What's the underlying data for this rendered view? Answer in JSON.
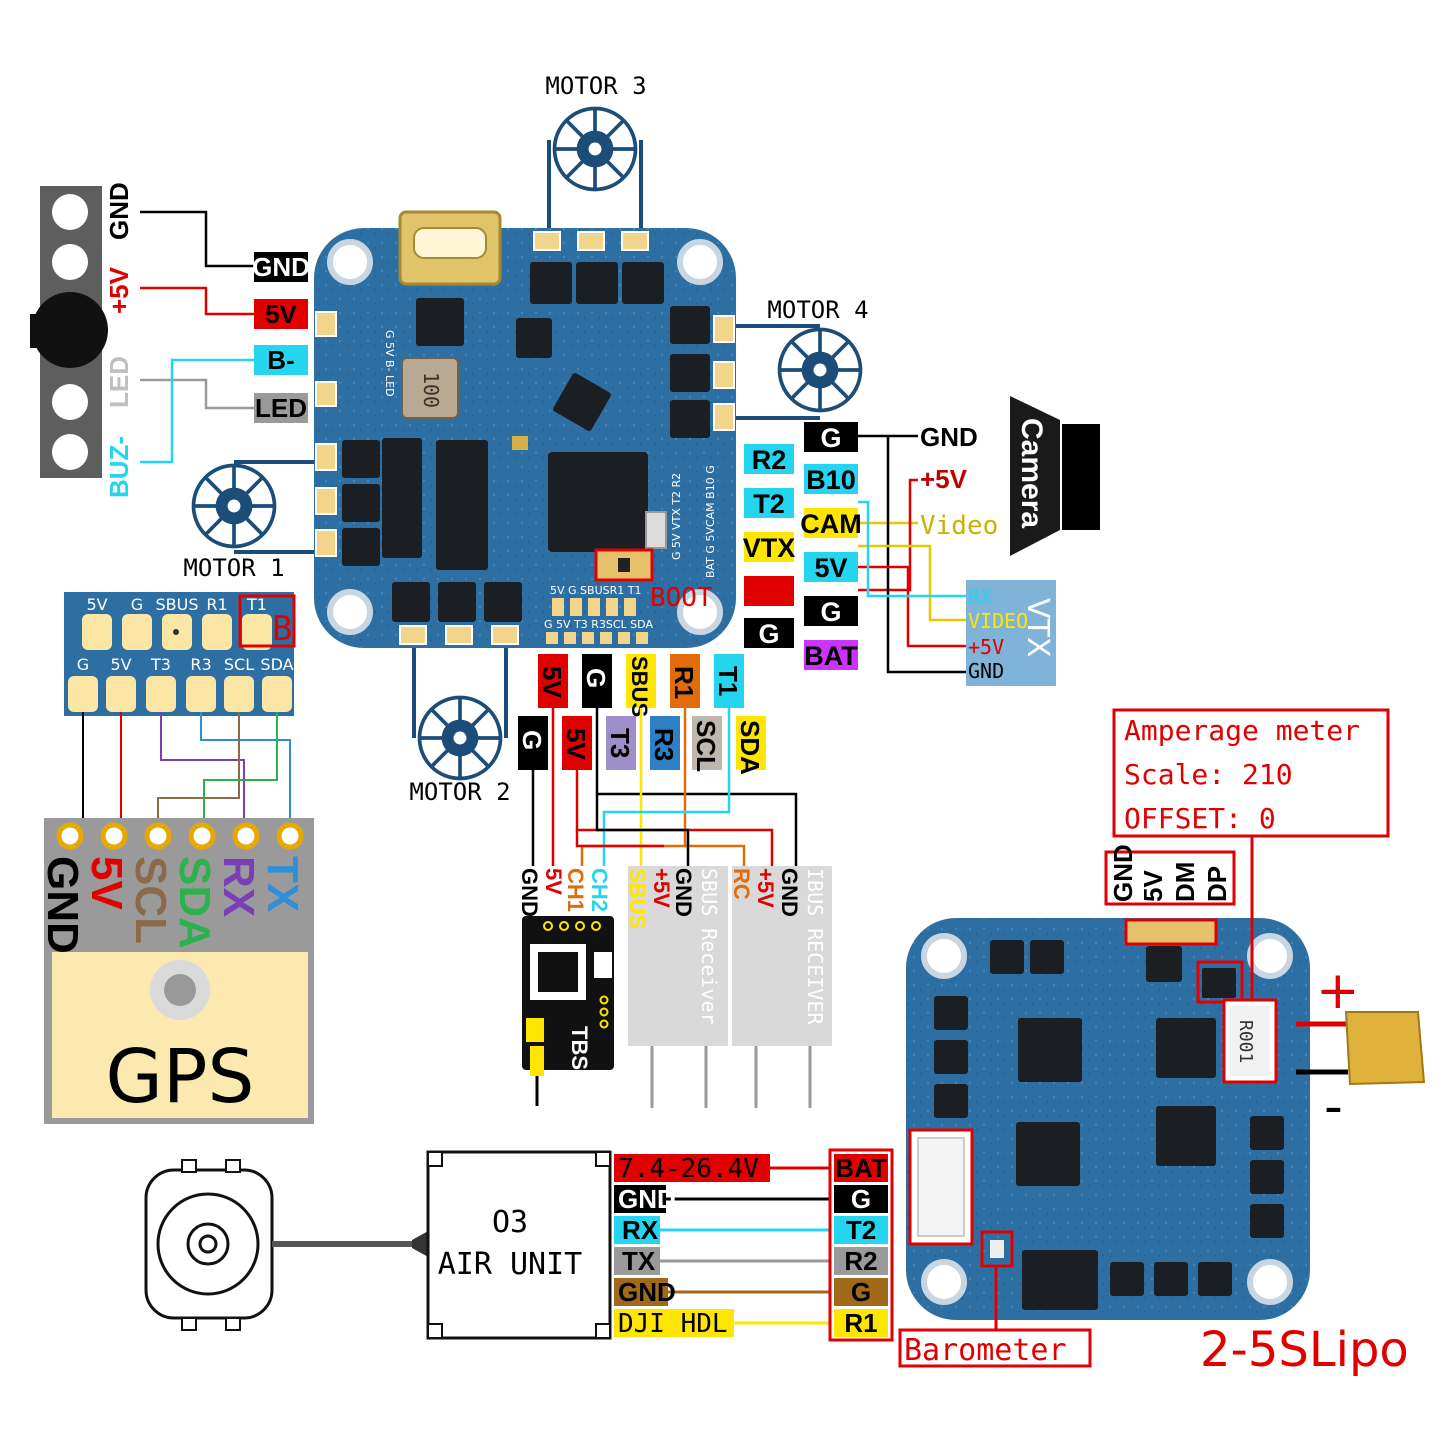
{
  "motors": {
    "m1": "MOTOR 1",
    "m2": "MOTOR 2",
    "m3": "MOTOR 3",
    "m4": "MOTOR 4"
  },
  "buzzer_led": {
    "pins": [
      "GND",
      "+5V",
      "LED",
      "BUZ-"
    ],
    "tags": [
      "GND",
      "5V",
      "B-",
      "LED"
    ]
  },
  "fc": {
    "inductor": "100",
    "boot": "BOOT",
    "silk_top": "5V G SBUSR1 T1",
    "silk_bot": "G 5V T3 R3SCL SDA",
    "silk_right": "G 5V VTX T2 R2",
    "silk_right2": "BAT G 5VCAM B10 G",
    "silk_left": "G 5V B- LED"
  },
  "right_pads": [
    "R2",
    "B10",
    "T2",
    "CAM",
    "VTX",
    "5V",
    "",
    "G",
    "G",
    "BAT",
    "G"
  ],
  "camera": {
    "label": "Camera",
    "gnd": "GND",
    "plus5v": "+5V",
    "video": "Video"
  },
  "vtx": {
    "label": "VTX",
    "pins": [
      "RX",
      "VIDEO",
      "+5V",
      "GND"
    ]
  },
  "bottom_pads": [
    "5V",
    "G",
    "SBUS",
    "R1",
    "T1",
    "G",
    "5V",
    "T3",
    "R3",
    "SCL",
    "SDA"
  ],
  "conn": {
    "top": [
      "5V",
      "G",
      "SBUS",
      "R1",
      "T1"
    ],
    "bot": [
      "G",
      "5V",
      "T3",
      "R3",
      "SCL",
      "SDA"
    ],
    "mark": "B"
  },
  "gps": {
    "pins": [
      "GND",
      "5V",
      "SCL",
      "SDA",
      "RX",
      "TX"
    ],
    "label": "GPS"
  },
  "rx": {
    "tbs": [
      "GND",
      "5V",
      "CH1",
      "CH2"
    ],
    "tbs_label": "TBS",
    "sbus": [
      "SBUS",
      "GND",
      "+5V"
    ],
    "sbus_label": "SBUS Receiver",
    "ibus": [
      "RC",
      "+5V",
      "GND"
    ],
    "ibus_label": "IBUS RECEIVER"
  },
  "amp": {
    "l1": "Amperage meter",
    "l2": "Scale: 210",
    "l3": "OFFSET: 0",
    "usb": [
      "GND",
      "5V",
      "DM",
      "DP"
    ],
    "resistor": "R001"
  },
  "o3": {
    "label1": "O3",
    "label2": "AIR UNIT",
    "left": [
      "7.4-26.4V",
      "GND",
      "RX",
      "TX",
      "GND",
      "DJI HDL"
    ],
    "right": [
      "BAT",
      "G",
      "T2",
      "R2",
      "G",
      "R1"
    ]
  },
  "baro": "Barometer",
  "battery": {
    "lipo": "2-5SLipo",
    "plus": "+",
    "minus": "-"
  }
}
